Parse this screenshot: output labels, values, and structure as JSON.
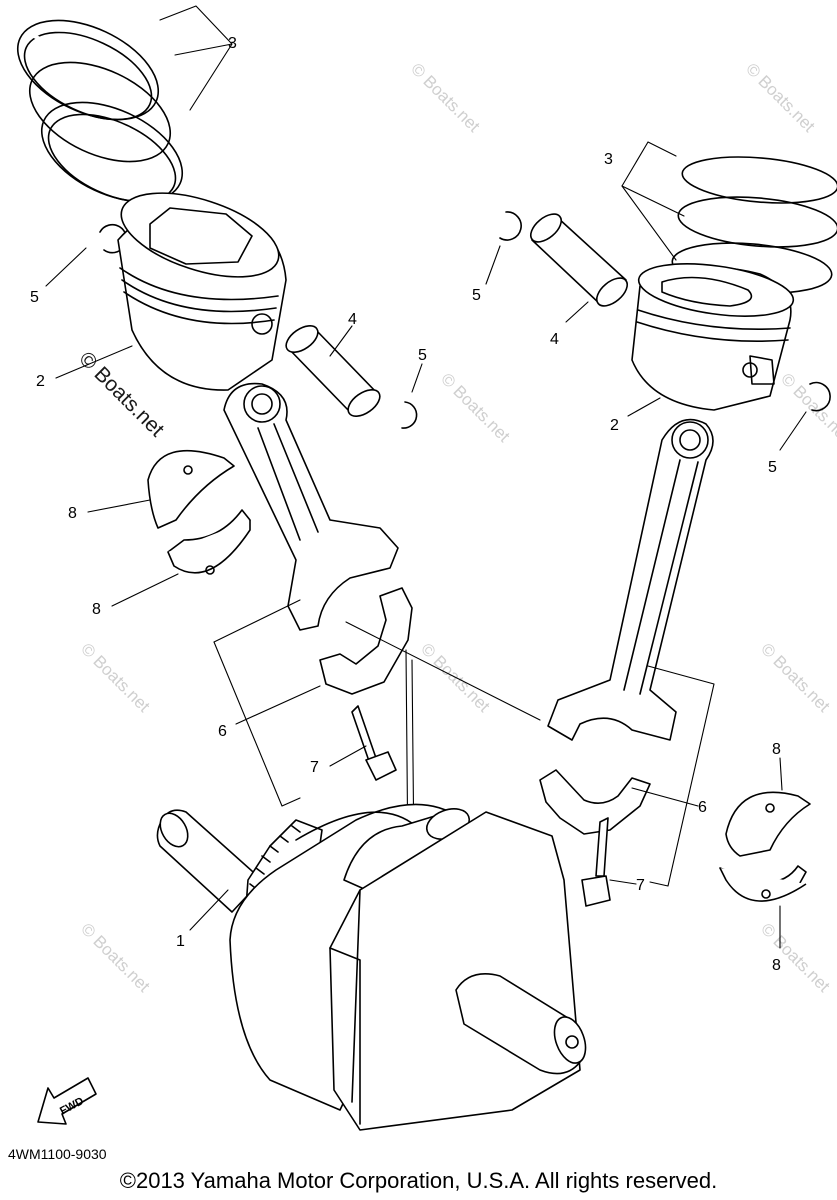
{
  "diagram": {
    "callouts": {
      "crankshaft": "1",
      "piston": "2",
      "piston_ring_set": "3",
      "piston_pin": "4",
      "circlip": "5",
      "connecting_rod": "6",
      "bolt": "7",
      "bearing": "8"
    },
    "watermark_text": "© Boats.net",
    "fwd_label": "FWD"
  },
  "footer": {
    "part_code": "4WM1100-9030",
    "copyright": "©2013 Yamaha Motor Corporation, U.S.A. All rights reserved."
  }
}
